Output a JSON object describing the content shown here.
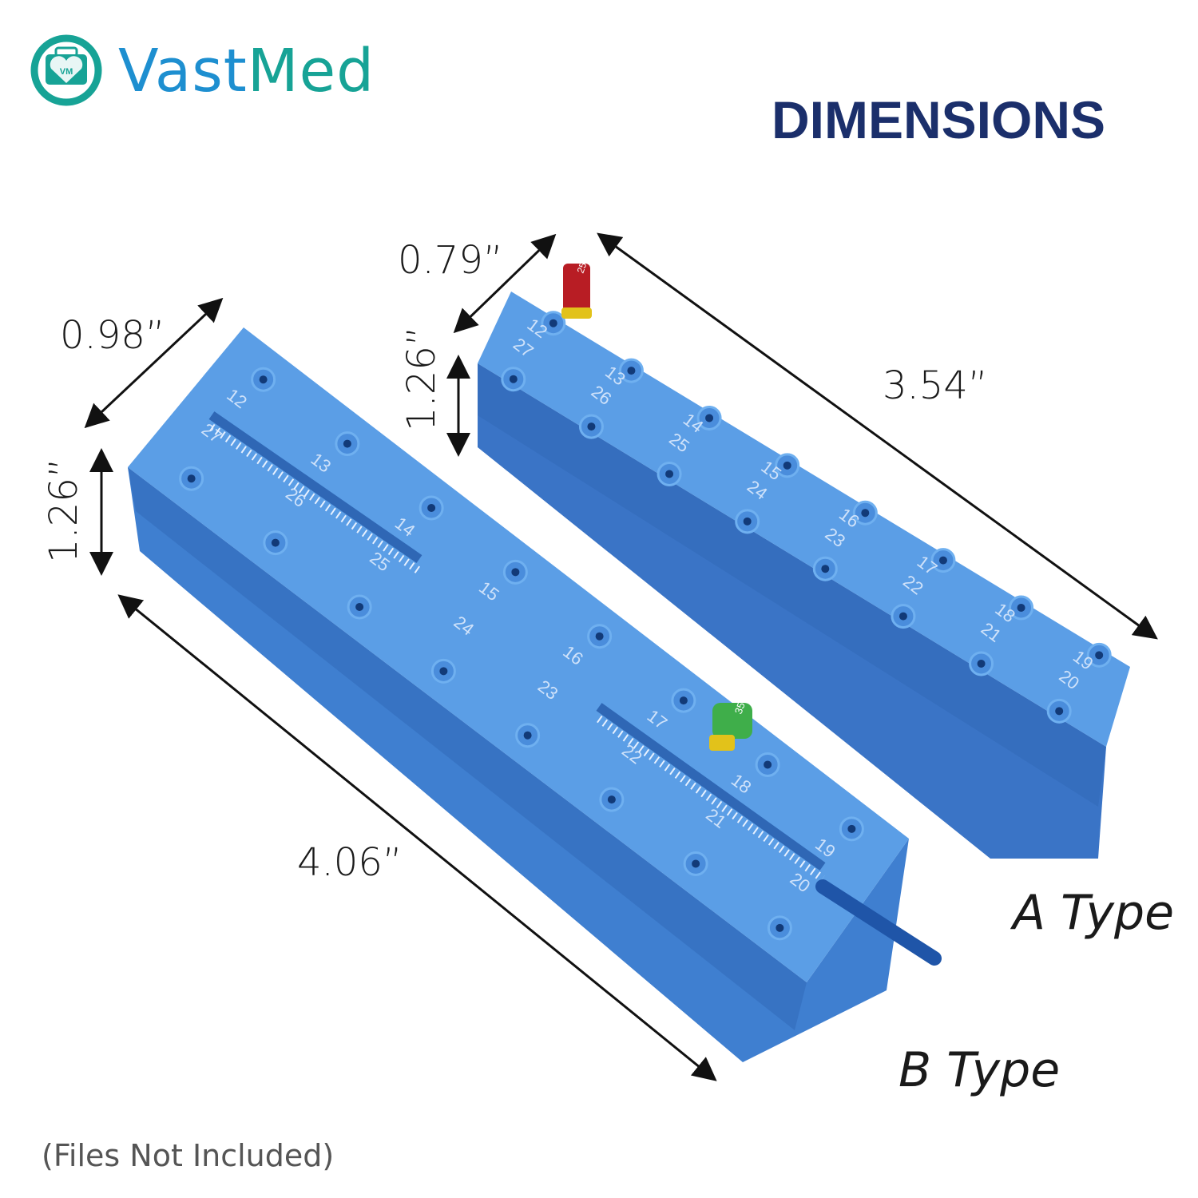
{
  "brand": {
    "name_part1": "Vast",
    "name_part2": "Med",
    "logo_text": "VM"
  },
  "title": "DIMENSIONS",
  "dimensions": {
    "b_width": "0.98”",
    "b_height": "1.26”",
    "b_length": "4.06”",
    "a_width": "0.79”",
    "a_height": "1.26”",
    "a_length": "3.54”"
  },
  "types": {
    "a": "A Type",
    "b": "B Type"
  },
  "note": "(Files Not Included)",
  "hole_numbers": [
    "12",
    "13",
    "14",
    "15",
    "16",
    "17",
    "18",
    "19",
    "20",
    "21",
    "22",
    "23",
    "24",
    "25",
    "26",
    "27"
  ],
  "file_sizes": {
    "red": "25",
    "green": "35"
  },
  "colors": {
    "block": "#5b9ee6",
    "block_side": "#3f7fd0",
    "block_dark": "#2f67b5",
    "title": "#1b2f6b",
    "teal": "#17a396",
    "blue": "#1e8fd0"
  }
}
